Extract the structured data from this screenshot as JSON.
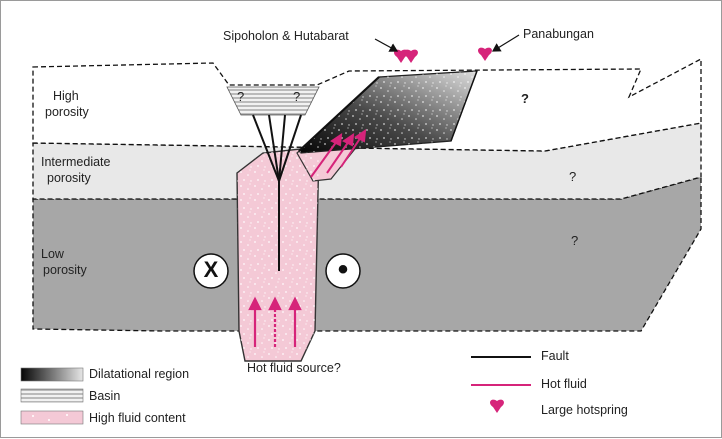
{
  "callouts": {
    "left_hotspring": "Sipoholon & Hutabarat",
    "right_hotspring": "Panabungan"
  },
  "layers": {
    "high": [
      "High",
      "porosity"
    ],
    "intermediate": [
      "Intermediate",
      "porosity"
    ],
    "low": [
      "Low",
      "porosity"
    ]
  },
  "unknown_marker": "?",
  "fault_symbols": {
    "away": "X",
    "toward": "•"
  },
  "source_label": "Hot fluid source?",
  "legend": {
    "left": [
      {
        "label": "Dilatational region"
      },
      {
        "label": "Basin"
      },
      {
        "label": "High fluid content"
      }
    ],
    "right": [
      {
        "label": "Fault",
        "color": "#111111"
      },
      {
        "label": "Hot fluid",
        "color": "#d6247a"
      },
      {
        "label": "Large hotspring",
        "color": "#d6247a"
      }
    ]
  },
  "colors": {
    "low_porosity": "#a7a7a7",
    "intermediate_porosity": "#e8e8e8",
    "high_fluid": "#f4c9d6",
    "hot_fluid": "#d6247a",
    "fault": "#111111"
  }
}
